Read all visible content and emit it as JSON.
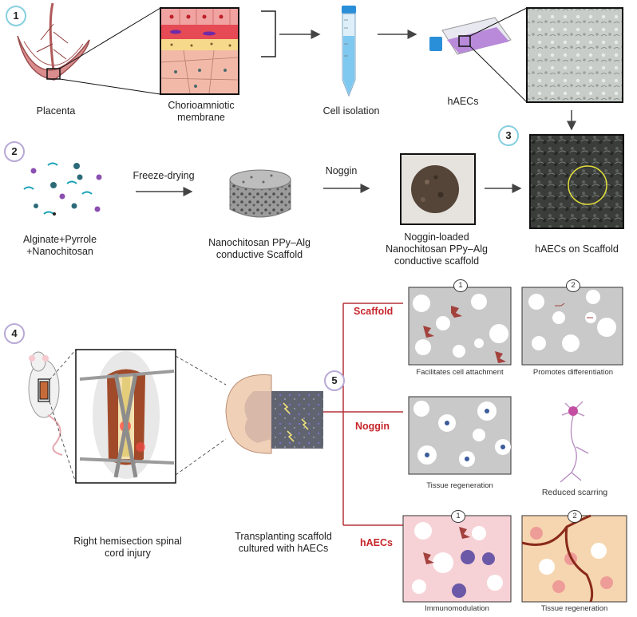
{
  "steps": {
    "one": "1",
    "two": "2",
    "three": "3",
    "four": "4",
    "five": "5"
  },
  "row1": {
    "placenta": "Placenta",
    "membrane_line1": "Chorioamniotic",
    "membrane_line2": "membrane",
    "cell_isolation": "Cell isolation",
    "haecs": "hAECs"
  },
  "row2": {
    "materials_line1": "Alginate+Pyrrole",
    "materials_line2": "+Nanochitosan",
    "freeze_drying": "Freeze-drying",
    "scaffold_line1": "Nanochitosan PPy–Alg",
    "scaffold_line2": "conductive Scaffold",
    "noggin": "Noggin",
    "loaded_line1": "Noggin-loaded",
    "loaded_line2": "Nanochitosan PPy–Alg",
    "loaded_line3": "conductive scaffold",
    "haecs_on_scaffold": "hAECs on Scaffold"
  },
  "row3": {
    "injury_line1": "Right hemisection spinal",
    "injury_line2": "cord injury",
    "transplant_line1": "Transplanting scaffold",
    "transplant_line2": "cultured with hAECs",
    "branch_scaffold": "Scaffold",
    "branch_noggin": "Noggin",
    "branch_haecs": "hAECs",
    "panel_num_1": "1",
    "panel_num_2": "2",
    "facilitates": "Facilitates cell attachment",
    "promotes": "Promotes differentiation",
    "tissue_regen_1": "Tissue regeneration",
    "reduced_scarring": "Reduced scarring",
    "immunomodulation": "Immunomodulation",
    "tissue_regen_2": "Tissue regeneration"
  },
  "colors": {
    "accent_red": "#c7262c",
    "badge_purple": "#b9a9d6",
    "badge_teal": "#86cfe0",
    "panel_gray": "#c9c9c9",
    "panel_pink": "#f6d2d6",
    "panel_peach": "#f6d6b0"
  }
}
